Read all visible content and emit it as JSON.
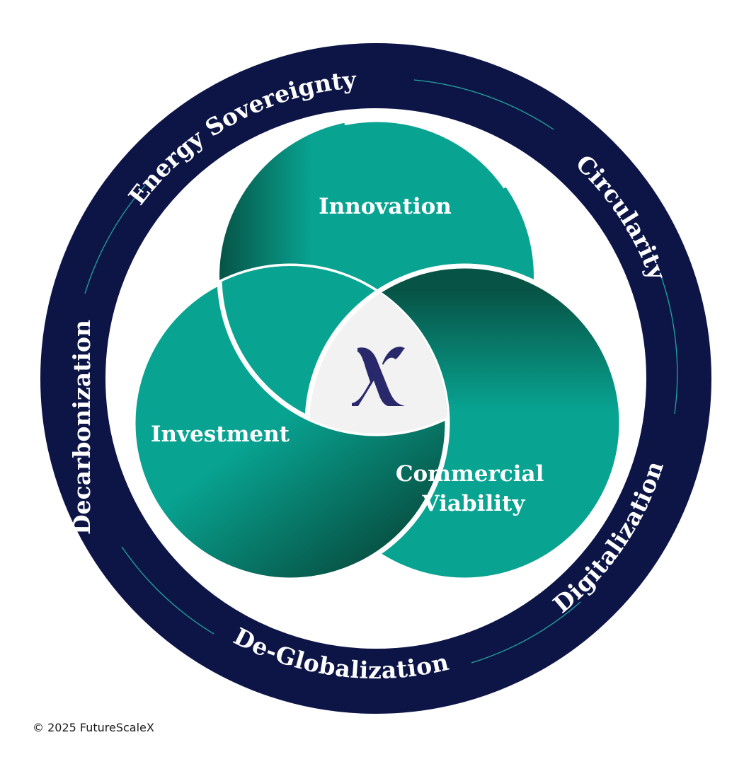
{
  "colors": {
    "ring": "#0d1547",
    "teal": "#08a391",
    "teal_dark": "#075446",
    "center_fill": "#f2f2f2",
    "logo": "#28286a",
    "accent_line": "#22a6a0",
    "text": "#ffffff"
  },
  "ring_labels": {
    "energy_sovereignty": "Energy Sovereignty",
    "circularity": "Circularity",
    "digitalization": "Digitalization",
    "de_globalization": "De-Globalization",
    "decarbonization": "Decarbonization"
  },
  "circles": {
    "innovation": "Innovation",
    "investment": "Investment",
    "commercial_viability_line1": "Commercial",
    "commercial_viability_line2": "Viability"
  },
  "center_logo": {
    "glyph": "X",
    "icon": "futurescalex-x-logo-icon"
  },
  "footer": {
    "copyright": "© 2025 FutureScaleX"
  }
}
